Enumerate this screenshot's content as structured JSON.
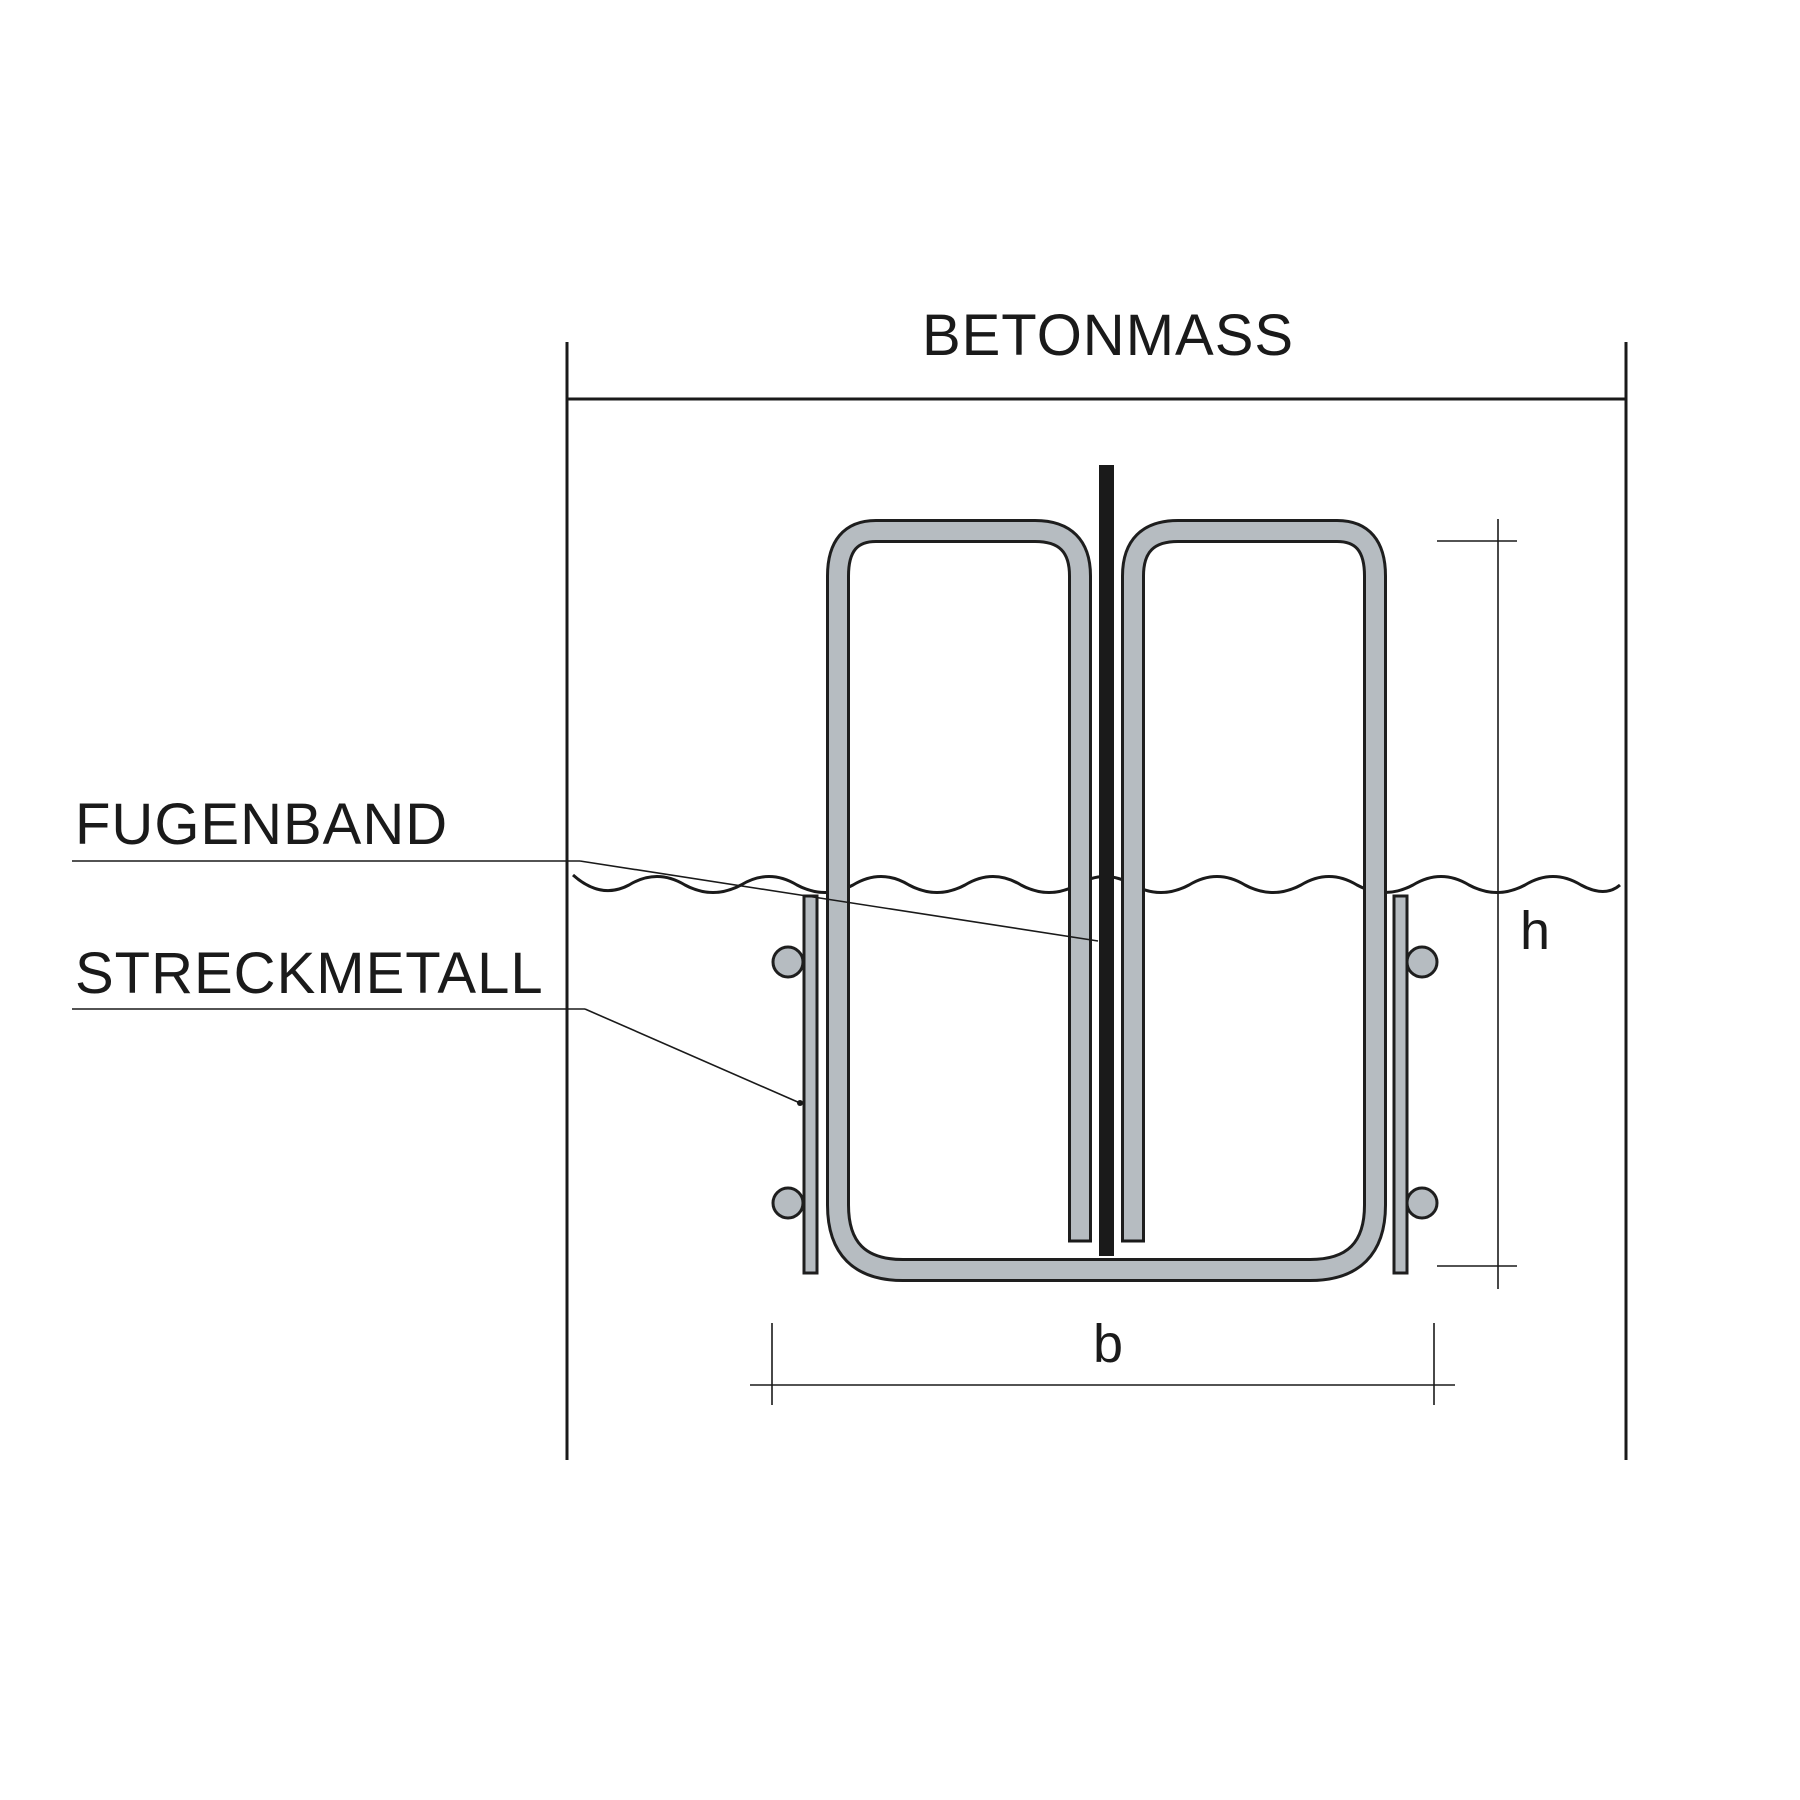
{
  "labels": {
    "concrete": "BETONMASS",
    "waterstop": "FUGENBAND",
    "expanded_metal": "STRECKMETALL",
    "height": "h",
    "width": "b"
  },
  "colors": {
    "line": "#1a1a1a",
    "steel_fill": "#b6bcc1",
    "background": "#ffffff"
  }
}
